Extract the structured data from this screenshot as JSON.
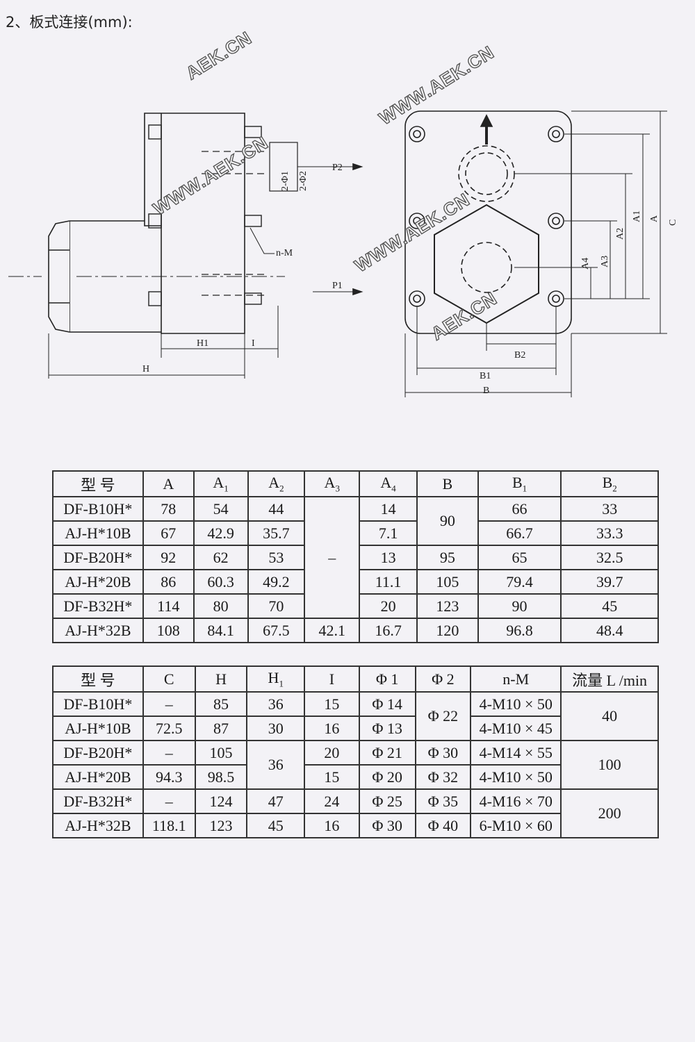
{
  "title": "2、板式连接(mm):",
  "watermarks": [
    "AEK.CN",
    "WWW.AEK.CN",
    "WWW.AEK.CN",
    "WWW.AEK.CN",
    "AEK.CN"
  ],
  "drawing_labels": {
    "H": "H",
    "H1": "H1",
    "I": "I",
    "P1": "P1",
    "P2": "P2",
    "nM": "n-M",
    "phi1": "2-Φ1",
    "phi2": "2-Φ2",
    "A": "A",
    "A1": "A1",
    "A2": "A2",
    "A3": "A3",
    "A4": "A4",
    "C": "C",
    "B": "B",
    "B1": "B1",
    "B2": "B2"
  },
  "table1": {
    "headers": [
      {
        "main": "型 号"
      },
      {
        "main": "A"
      },
      {
        "main": "A",
        "sub": "1"
      },
      {
        "main": "A",
        "sub": "2"
      },
      {
        "main": "A",
        "sub": "3"
      },
      {
        "main": "A",
        "sub": "4"
      },
      {
        "main": "B"
      },
      {
        "main": "B",
        "sub": "1"
      },
      {
        "main": "B",
        "sub": "2"
      }
    ],
    "rows": [
      [
        "DF-B10H*",
        "78",
        "54",
        "44",
        "–",
        "14",
        "90",
        "66",
        "33"
      ],
      [
        "AJ-H*10B",
        "67",
        "42.9",
        "35.7",
        null,
        "7.1",
        null,
        "66.7",
        "33.3"
      ],
      [
        "DF-B20H*",
        "92",
        "62",
        "53",
        null,
        "13",
        "95",
        "65",
        "32.5"
      ],
      [
        "AJ-H*20B",
        "86",
        "60.3",
        "49.2",
        null,
        "11.1",
        "105",
        "79.4",
        "39.7"
      ],
      [
        "DF-B32H*",
        "114",
        "80",
        "70",
        null,
        "20",
        "123",
        "90",
        "45"
      ],
      [
        "AJ-H*32B",
        "108",
        "84.1",
        "67.5",
        "42.1",
        "16.7",
        "120",
        "96.8",
        "48.4"
      ]
    ]
  },
  "table2": {
    "headers": [
      {
        "main": "型 号"
      },
      {
        "main": "C"
      },
      {
        "main": "H"
      },
      {
        "main": "H",
        "sub": "1"
      },
      {
        "main": "I"
      },
      {
        "main": "Φ 1"
      },
      {
        "main": "Φ 2"
      },
      {
        "main": "n-M"
      },
      {
        "main": "流量 L /min"
      }
    ],
    "rows": [
      [
        "DF-B10H*",
        "–",
        "85",
        "36",
        "15",
        "Φ 14",
        "Φ 22",
        "4-M10 × 50",
        "40"
      ],
      [
        "AJ-H*10B",
        "72.5",
        "87",
        "30",
        "16",
        "Φ 13",
        null,
        "4-M10 × 45",
        null
      ],
      [
        "DF-B20H*",
        "–",
        "105",
        "36",
        "20",
        "Φ 21",
        "Φ 30",
        "4-M14 × 55",
        "100"
      ],
      [
        "AJ-H*20B",
        "94.3",
        "98.5",
        null,
        "15",
        "Φ 20",
        "Φ 32",
        "4-M10 × 50",
        null
      ],
      [
        "DF-B32H*",
        "–",
        "124",
        "47",
        "24",
        "Φ 25",
        "Φ 35",
        "4-M16 × 70",
        "200"
      ],
      [
        "AJ-H*32B",
        "118.1",
        "123",
        "45",
        "16",
        "Φ 30",
        "Φ 40",
        "6-M10 × 60",
        null
      ]
    ]
  }
}
